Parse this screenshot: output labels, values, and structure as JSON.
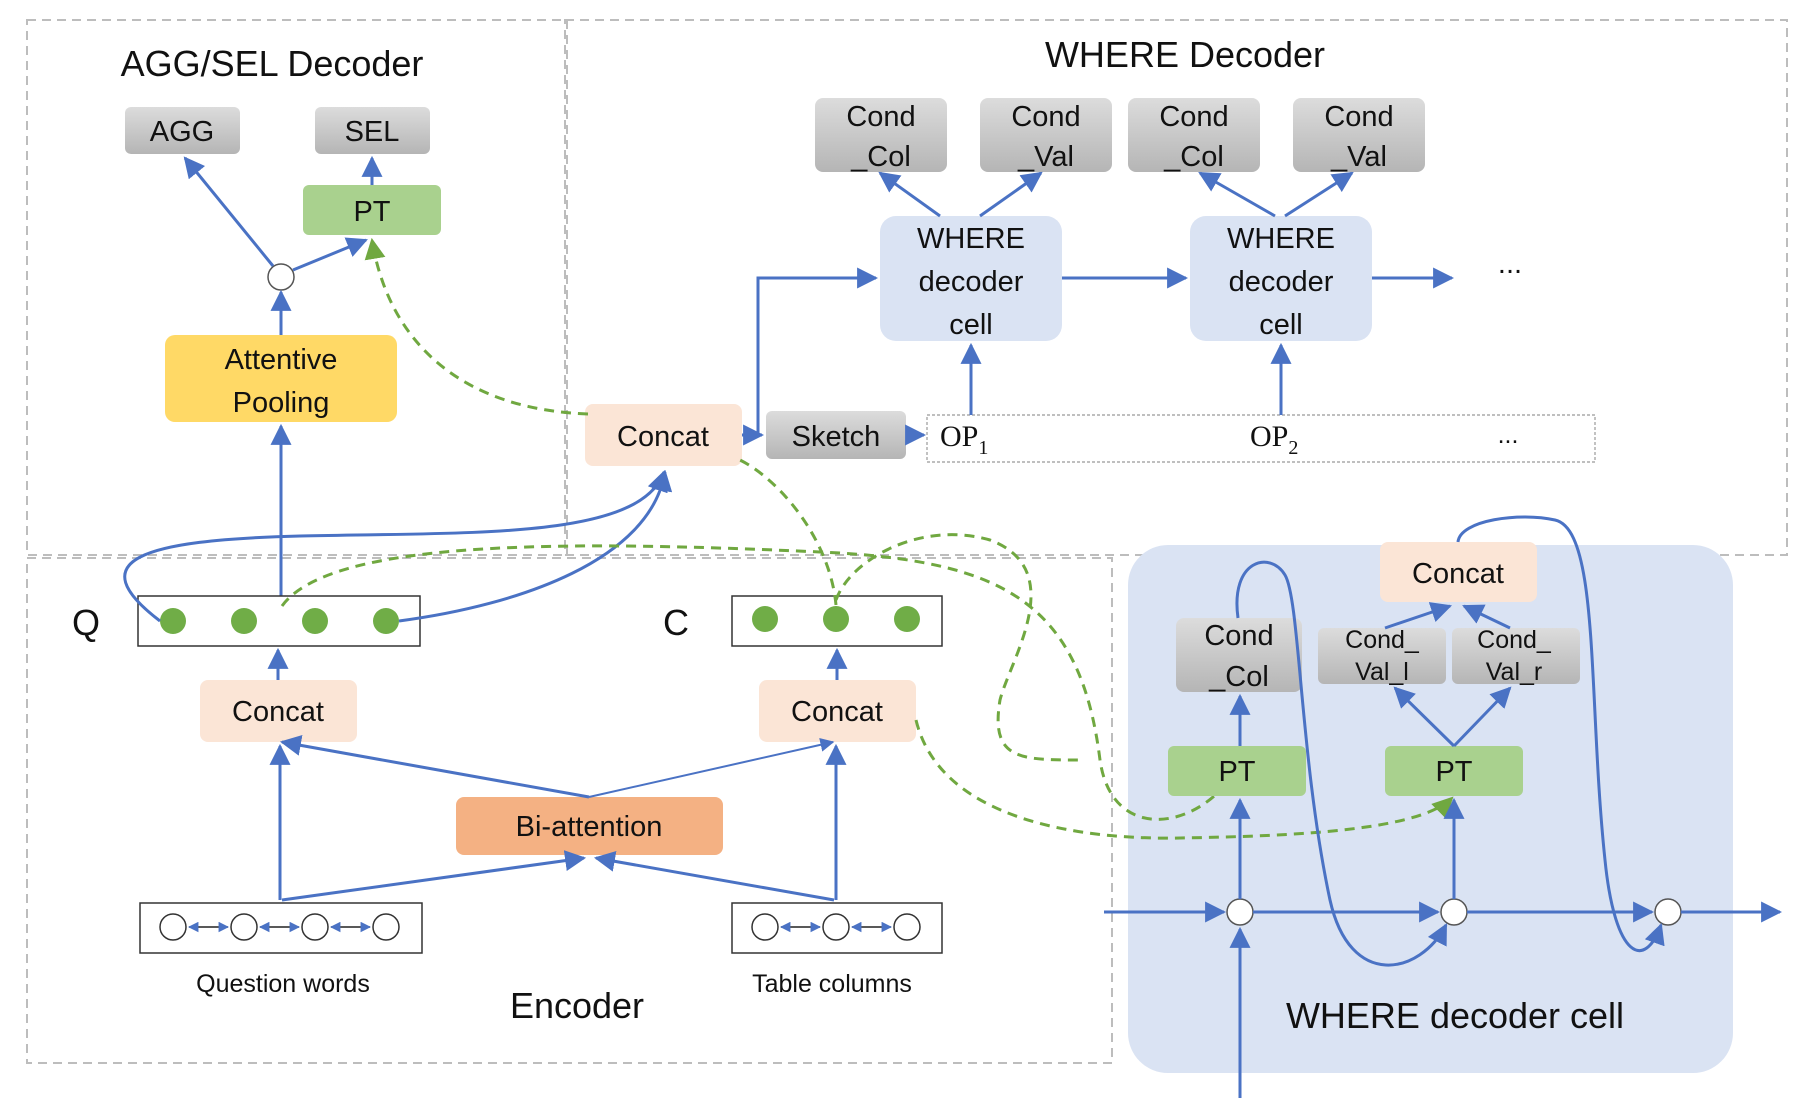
{
  "regions": {
    "agg_sel_title": "AGG/SEL Decoder",
    "where_title": "WHERE Decoder",
    "encoder_title": "Encoder",
    "cell_title": "WHERE decoder cell"
  },
  "agg_sel": {
    "agg": "AGG",
    "sel": "SEL",
    "pt": "PT",
    "attentive_pooling_l1": "Attentive",
    "attentive_pooling_l2": "Pooling"
  },
  "where": {
    "cond_col_1_l1": "Cond",
    "cond_col_1_l2": "_Col",
    "cond_val_1_l1": "Cond",
    "cond_val_1_l2": "_Val",
    "cond_col_2_l1": "Cond",
    "cond_col_2_l2": "_Col",
    "cond_val_2_l1": "Cond",
    "cond_val_2_l2": "_Val",
    "cell_l1": "WHERE",
    "cell_l2": "decoder",
    "cell_l3": "cell",
    "cell2_l1": "WHERE",
    "cell2_l2": "decoder",
    "cell2_l3": "cell",
    "ellipsis": "...",
    "concat": "Concat",
    "sketch": "Sketch",
    "op1": "OP",
    "op1_sub": "1",
    "op2": "OP",
    "op2_sub": "2",
    "op_ellipsis": "..."
  },
  "encoder": {
    "q_label": "Q",
    "c_label": "C",
    "concat_q": "Concat",
    "concat_c": "Concat",
    "bi_attention": "Bi-attention",
    "question_words": "Question words",
    "table_columns": "Table columns"
  },
  "cell_detail": {
    "concat": "Concat",
    "cond_col_l1": "Cond",
    "cond_col_l2": "_Col",
    "cond_val_l_l1": "Cond_",
    "cond_val_l_l2": "Val_l",
    "cond_val_r_l1": "Cond_",
    "cond_val_r_l2": "Val_r",
    "pt_left": "PT",
    "pt_right": "PT"
  },
  "colors": {
    "gray_box": "#C6C6C6",
    "green_box": "#A9D18E",
    "yellow_box": "#FFD966",
    "peach_box": "#FBE5D6",
    "orange_box": "#F4B183",
    "lightblue_box": "#DAE3F3",
    "cell_bg": "#DAE3F3",
    "edge_blue": "#4A72C4",
    "dashed_green": "#70A840",
    "dot_green": "#70AD47"
  }
}
